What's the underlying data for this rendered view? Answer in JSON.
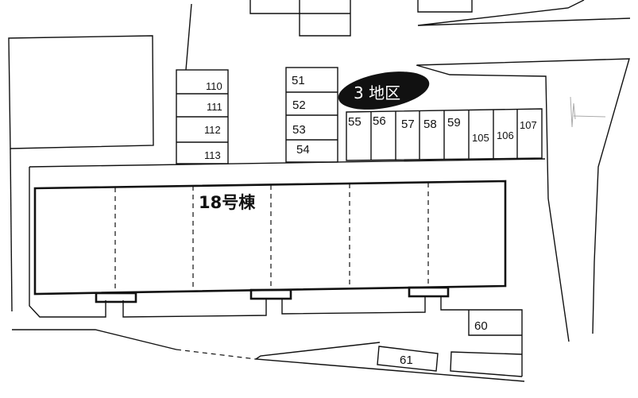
{
  "building": {
    "name": "18号棟"
  },
  "district": {
    "label": "3 地区"
  },
  "spaces": {
    "s110": "110",
    "s111": "111",
    "s112": "112",
    "s113": "113",
    "s51": "51",
    "s52": "52",
    "s53": "53",
    "s54": "54",
    "s55": "55",
    "s56": "56",
    "s57": "57",
    "s58": "58",
    "s59": "59",
    "s105": "105",
    "s106": "106",
    "s107": "107",
    "s60": "60",
    "s61": "61"
  }
}
